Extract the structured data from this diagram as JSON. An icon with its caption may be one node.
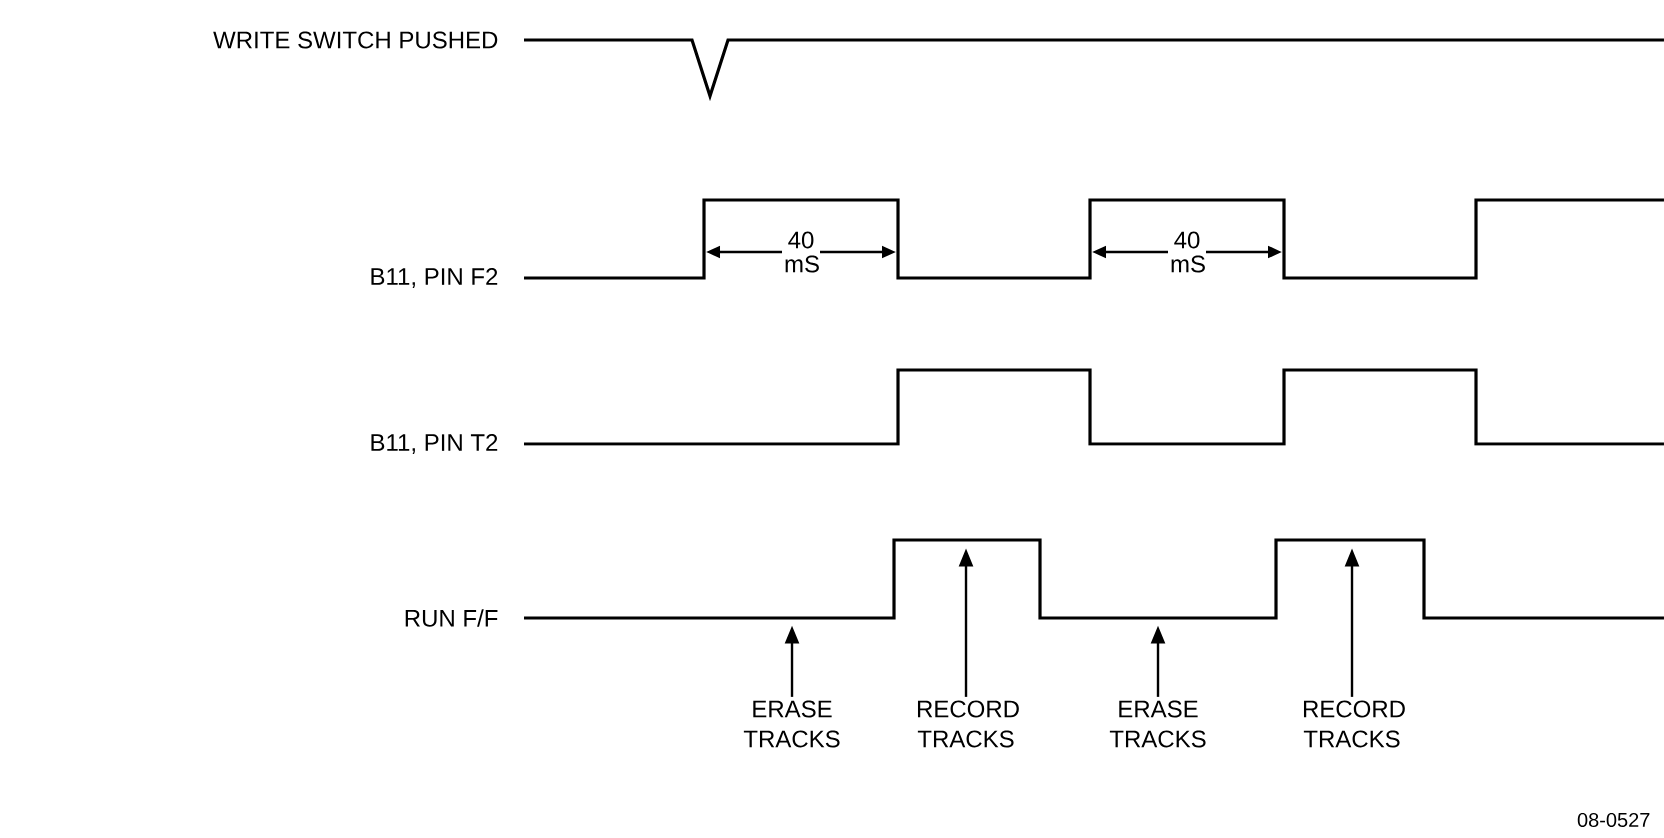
{
  "diagram": {
    "nodes": [
      {
        "text": [
          "ERASE TRACKS"
        ]
      },
      {
        "text": [
          "RECORD TRACKS"
        ]
      },
      {
        "text": [
          "ERASE TRACKS"
        ]
      },
      {
        "text": [
          "RECORD TRACKS"
        ]
      },
      {
        "text": [],
        "shape": "line"
      }
    ],
    "edges": [
      {
        "from": 0,
        "to": 4,
        "arrow": "to"
      },
      {
        "from": 1,
        "to": 4,
        "arrow": "to"
      },
      {
        "from": 2,
        "to": 4,
        "arrow": "to"
      },
      {
        "from": 3,
        "to": 4,
        "arrow": "to"
      }
    ],
    "labels": [
      "WRITE SWITCH PUSHED",
      "40 mS",
      "B11, PIN F2",
      "40 mS",
      "B11, PIN T2",
      "RUN F/F",
      "08-0527"
    ]
  }
}
